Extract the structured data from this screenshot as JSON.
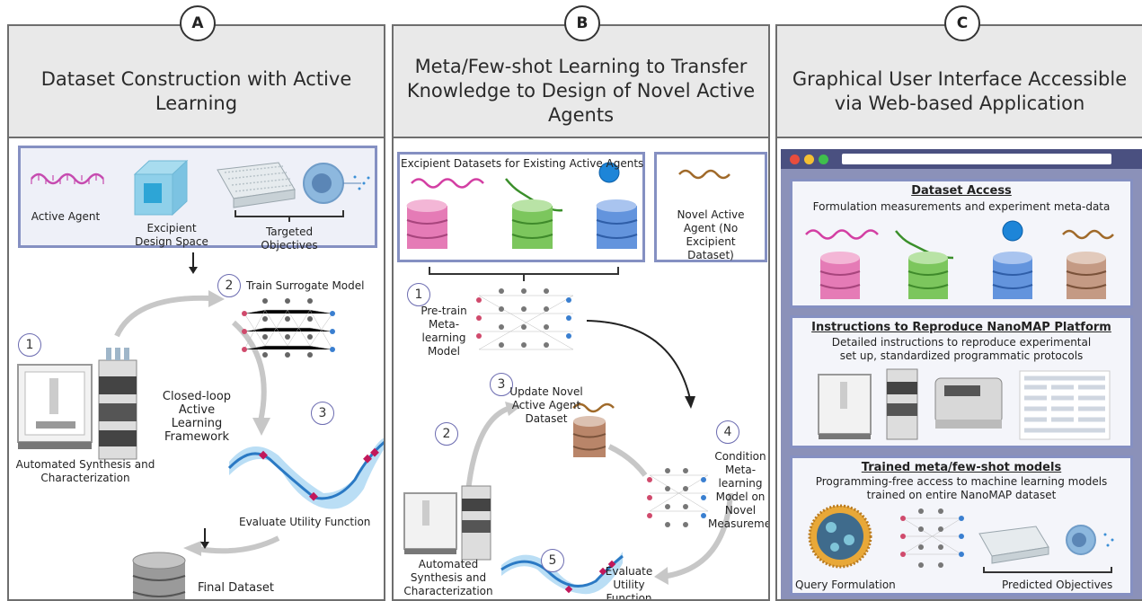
{
  "panels": [
    {
      "letter": "A",
      "title": "Dataset Construction with Active Learning",
      "labels": {
        "active_agent": "Active Agent",
        "excipient_design_space": "Excipient Design Space",
        "targeted_objectives": "Targeted Objectives",
        "step1": "1",
        "step2": "2",
        "step3": "3",
        "train_surrogate": "Train Surrogate Model",
        "closed_loop": "Closed-loop Active Learning Framework",
        "automated": "Automated Synthesis and Characterization",
        "evaluate": "Evaluate Utility Function",
        "final_dataset": "Final Dataset"
      }
    },
    {
      "letter": "B",
      "title": "Meta/Few-shot Learning to Transfer Knowledge to Design of Novel Active Agents",
      "labels": {
        "excipient_datasets": "Excipient Datasets for Existing Active Agents",
        "novel_agent": "Novel Active Agent (No Excipient Dataset)",
        "step1": "1",
        "step2": "2",
        "step3": "3",
        "step4": "4",
        "step5": "5",
        "pretrain": "Pre-train Meta-learning Model",
        "update": "Update Novel Active Agent Dataset",
        "condition": "Condition Meta-learning Model on Novel Measurements",
        "automated": "Automated Synthesis and Characterization",
        "evaluate": "Evaluate Utility Function"
      }
    },
    {
      "letter": "C",
      "title": "Graphical User Interface Accessible via Web-based Application",
      "sections": [
        {
          "title": "Dataset Access",
          "desc": "Formulation measurements and experiment meta-data"
        },
        {
          "title": "Instructions to Reproduce NanoMAP Platform",
          "desc": "Detailed instructions to reproduce experimental set up, standardized programmatic protocols"
        },
        {
          "title": "Trained meta/few-shot models",
          "desc": "Programming-free access to machine learning models trained on entire NanoMAP dataset"
        }
      ],
      "labels": {
        "query": "Query Formulation",
        "predicted": "Predicted Objectives"
      }
    }
  ],
  "colors": {
    "panel_border": "#6e6e6e",
    "header_bg": "#e9e9e9",
    "box_border": "#8590c2",
    "pink": "#e06aa8",
    "green": "#63b84f",
    "blue": "#4d86d6",
    "brown": "#b98569",
    "gray": "#9a9a9a"
  }
}
